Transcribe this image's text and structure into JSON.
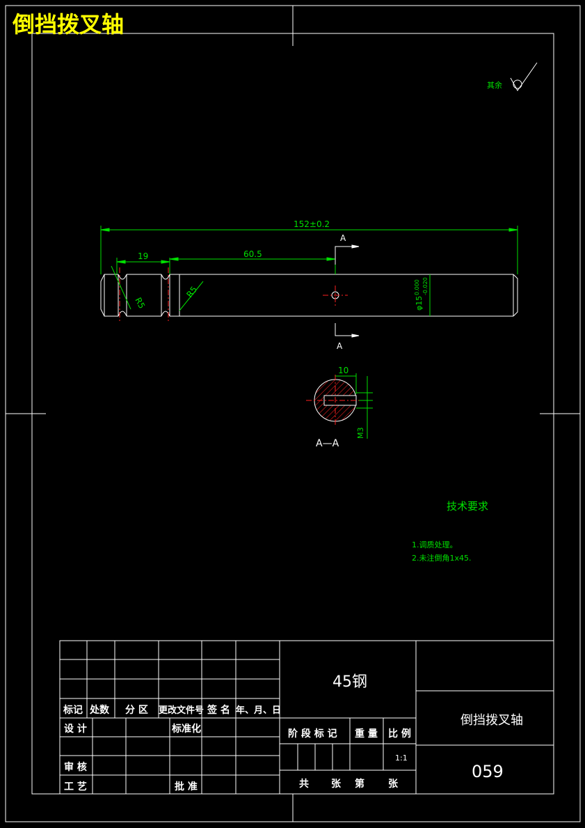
{
  "header": {
    "title": "倒挡拨叉轴"
  },
  "surface_note": {
    "label": "其余"
  },
  "dimensions": {
    "total_length": "152±0.2",
    "d19": "19",
    "d60_5": "60.5",
    "r5_a": "R5",
    "r5_b": "R5",
    "diameter": "φ15",
    "tol_upper": "0.000",
    "tol_lower": "-0.020",
    "section_width": "10",
    "thread": "M3"
  },
  "section": {
    "cut_label_top": "A",
    "cut_label_bottom": "A",
    "view_label": "A—A"
  },
  "tech": {
    "title": "技术要求",
    "items": [
      "1.调质处理。",
      "2.未注倒角1x45."
    ]
  },
  "title_block": {
    "material": "45钢",
    "part_name": "倒挡拨叉轴",
    "drawing_no": "059",
    "scale": "1:1",
    "headers": [
      "标记",
      "处数",
      "分 区",
      "更改文件号",
      "签 名",
      "年、月、日"
    ],
    "design": "设 计",
    "standard": "标准化",
    "review": "审 核",
    "process": "工 艺",
    "approve": "批 准",
    "stage": "阶 段 标 记",
    "weight": "重 量",
    "ratio": "比 例",
    "total": "共",
    "sheets": "张",
    "sheet_no": "第",
    "sheets2": "张"
  },
  "colors": {
    "outline": "#ffffff",
    "dimension": "#00e000",
    "centerline": "#ff2020",
    "title": "#ffff00"
  }
}
